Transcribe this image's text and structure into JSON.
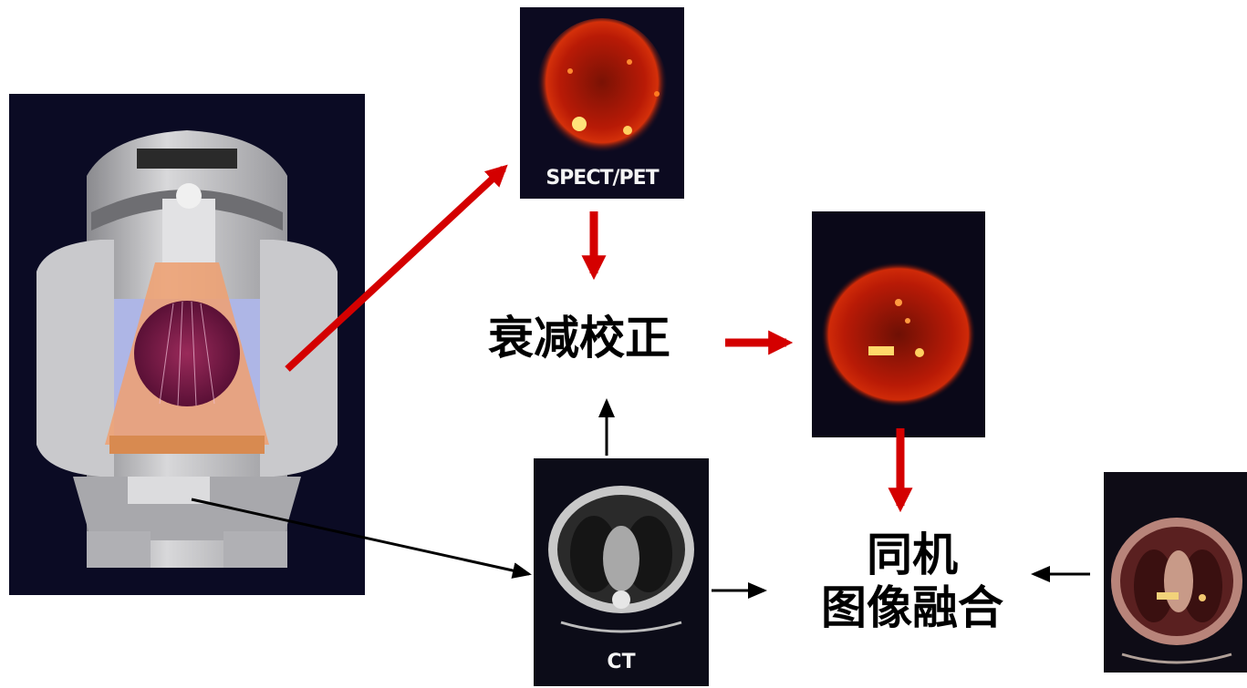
{
  "images": {
    "spect_pet_label": "SPECT/PET",
    "ct_label": "CT"
  },
  "nodes": {
    "attenuation_correction": "衰减校正",
    "fusion_line1": "同机",
    "fusion_line2": "图像融合"
  },
  "colors": {
    "red_arrow": "#d40000",
    "black_arrow": "#000000",
    "pet_glow": "#c51a08",
    "ct_background": "#0c0c18"
  }
}
